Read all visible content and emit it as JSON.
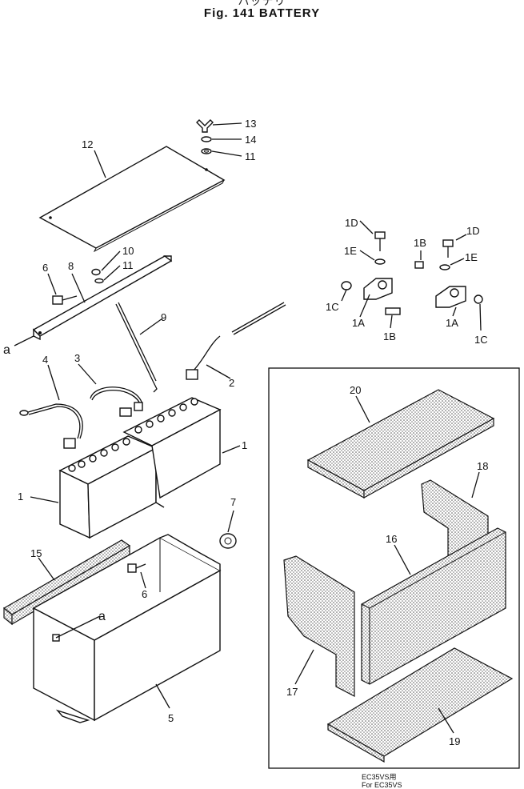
{
  "header": {
    "japanese_title": "バッテリ",
    "figure_title": "Fig. 141   BATTERY"
  },
  "callouts": {
    "c13": "13",
    "c14": "14",
    "c11a": "11",
    "c12": "12",
    "c10": "10",
    "c11b": "11",
    "c6a": "6",
    "c8": "8",
    "c9": "9",
    "ca1": "a",
    "c4": "4",
    "c3": "3",
    "c2": "2",
    "c1a": "1",
    "c1b": "1",
    "c7": "7",
    "c15": "15",
    "c6b": "6",
    "ca2": "a",
    "c5": "5",
    "c1D_a": "1D",
    "c1E_a": "1E",
    "c1C_a": "1C",
    "c1A_a": "1A",
    "c1B_a": "1B",
    "c1B_b": "1B",
    "c1D_b": "1D",
    "c1E_b": "1E",
    "c1A_b": "1A",
    "c1C_b": "1C",
    "c20": "20",
    "c18": "18",
    "c16": "16",
    "c17": "17",
    "c19": "19"
  },
  "footer": {
    "line1": "EC35VS用",
    "line2": "For EC35VS"
  },
  "colors": {
    "ink": "#111111",
    "paper": "#ffffff"
  }
}
